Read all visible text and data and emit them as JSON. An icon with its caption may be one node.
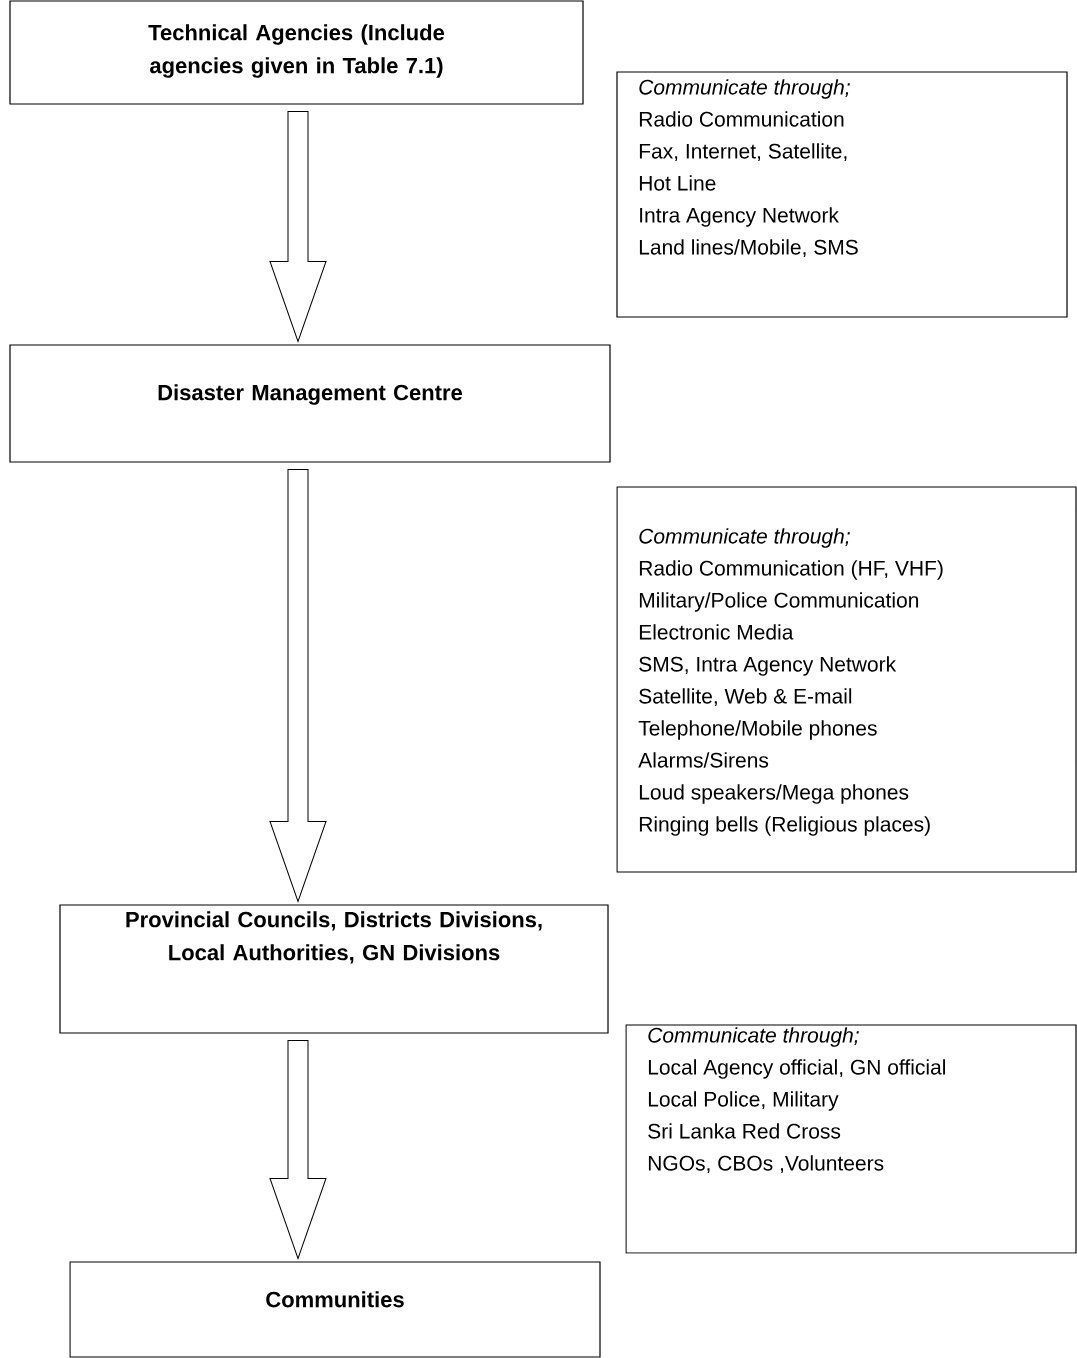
{
  "diagram": {
    "nodes": [
      {
        "text": [
          "Technical Agencies (Include agencies given in Table 7.1)"
        ]
      },
      {
        "text": [
          "Communicate through;",
          "Radio Communication",
          "Fax, Internet, Satellite,",
          "Hot Line",
          "Intra Agency Network",
          "Land lines/Mobile, SMS"
        ]
      },
      {
        "text": [
          "Disaster Management Centre"
        ]
      },
      {
        "text": [
          "Communicate through;",
          "Radio Communication (HF, VHF)",
          "Military/Police Communication",
          "Electronic Media",
          "SMS, Intra Agency Network",
          "Satellite, Web & E-mail",
          "Telephone/Mobile phones",
          "Alarms/Sirens",
          "Loud speakers/Mega phones",
          "Ringing bells (Religious places)"
        ]
      },
      {
        "text": [
          "Provincial Councils, Districts Divisions, Local Authorities, GN Divisions"
        ]
      },
      {
        "text": [
          "Communicate through;",
          "Local Agency official, GN official",
          "Local Police, Military",
          "Sri Lanka Red Cross",
          "NGOs, CBOs ,Volunteers"
        ]
      },
      {
        "text": [
          "Communities"
        ]
      }
    ],
    "edges": [
      {
        "from": 0,
        "to": 2,
        "arrow": "to"
      },
      {
        "from": 2,
        "to": 4,
        "arrow": "to"
      },
      {
        "from": 4,
        "to": 6,
        "arrow": "to"
      }
    ]
  }
}
